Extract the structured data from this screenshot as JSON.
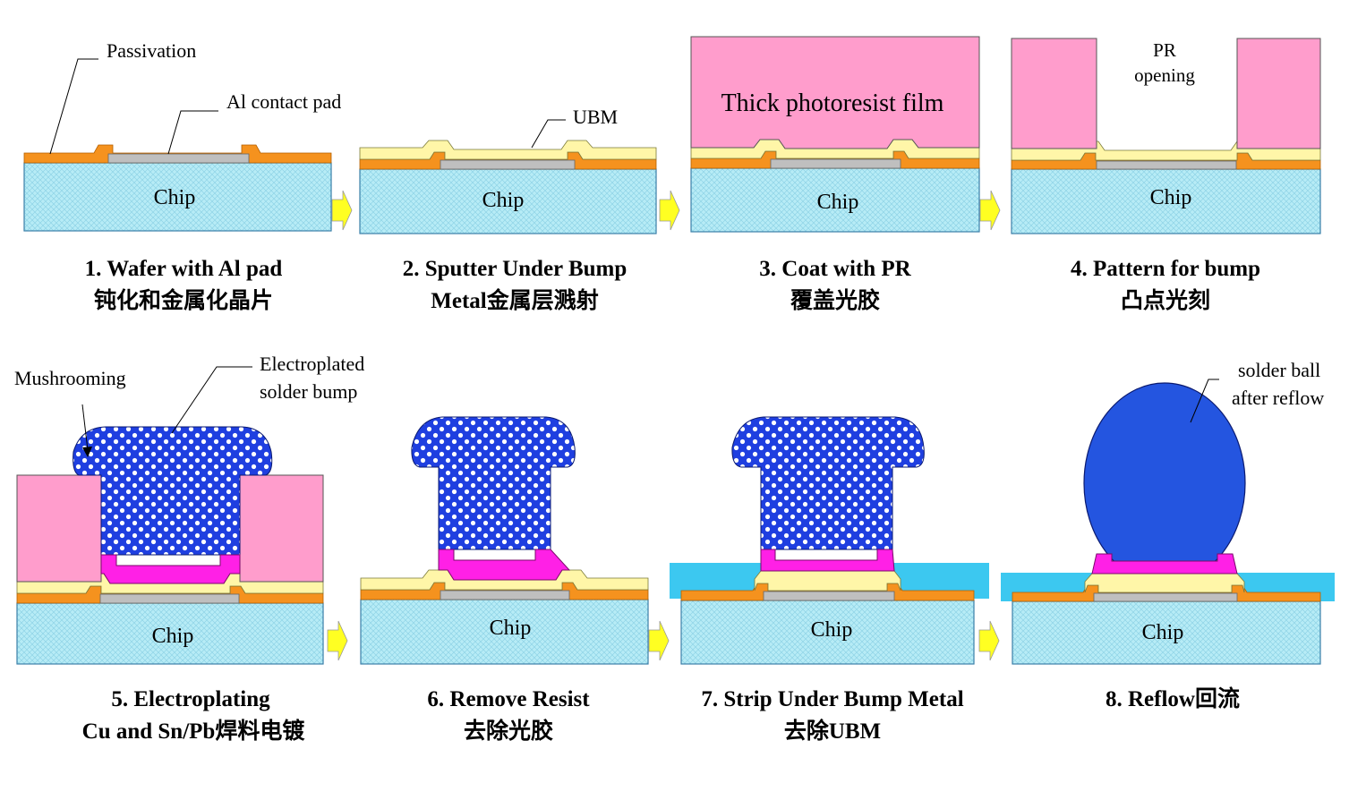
{
  "colors": {
    "chip_fill": "#b7ecf6",
    "chip_border": "#3a7fa8",
    "passivation": "#f5921e",
    "al_pad": "#bfbfbf",
    "ubm": "#fff6a8",
    "photoresist": "#ff9dcc",
    "bump": "#1f3fe0",
    "cu": "#ff20e6",
    "etchant": "#3cc8f0",
    "solder_ball": "#2455e0",
    "arrow": "#ffff22"
  },
  "steps": [
    {
      "caption": "1. Wafer with Al pad",
      "caption_cn": "钝化和金属化晶片",
      "chip": "Chip",
      "callouts": {
        "passivation": "Passivation",
        "al_pad": "Al contact pad"
      }
    },
    {
      "caption": "2. Sputter Under Bump",
      "caption_cn": "Metal金属层溅射",
      "chip": "Chip",
      "callouts": {
        "ubm": "UBM"
      }
    },
    {
      "caption": "3. Coat with PR",
      "caption_cn": "覆盖光胶",
      "chip": "Chip",
      "callouts": {
        "pr_film": "Thick photoresist film"
      }
    },
    {
      "caption": "4. Pattern for bump",
      "caption_cn": "凸点光刻",
      "chip": "Chip",
      "callouts": {
        "pr_opening_1": "PR",
        "pr_opening_2": "opening"
      }
    },
    {
      "caption": "5. Electroplating",
      "caption_cn": "Cu and Sn/Pb焊料电镀",
      "chip": "Chip",
      "callouts": {
        "mushrooming": "Mushrooming",
        "bump_1": "Electroplated",
        "bump_2": "solder bump"
      }
    },
    {
      "caption": "6. Remove Resist",
      "caption_cn": "去除光胶",
      "chip": "Chip",
      "callouts": {}
    },
    {
      "caption": "7. Strip Under Bump Metal",
      "caption_cn": "去除UBM",
      "chip": "Chip",
      "callouts": {}
    },
    {
      "caption": "8. Reflow回流",
      "caption_cn": "",
      "chip": "Chip",
      "callouts": {
        "ball_1": "solder ball",
        "ball_2": "after reflow"
      }
    }
  ]
}
